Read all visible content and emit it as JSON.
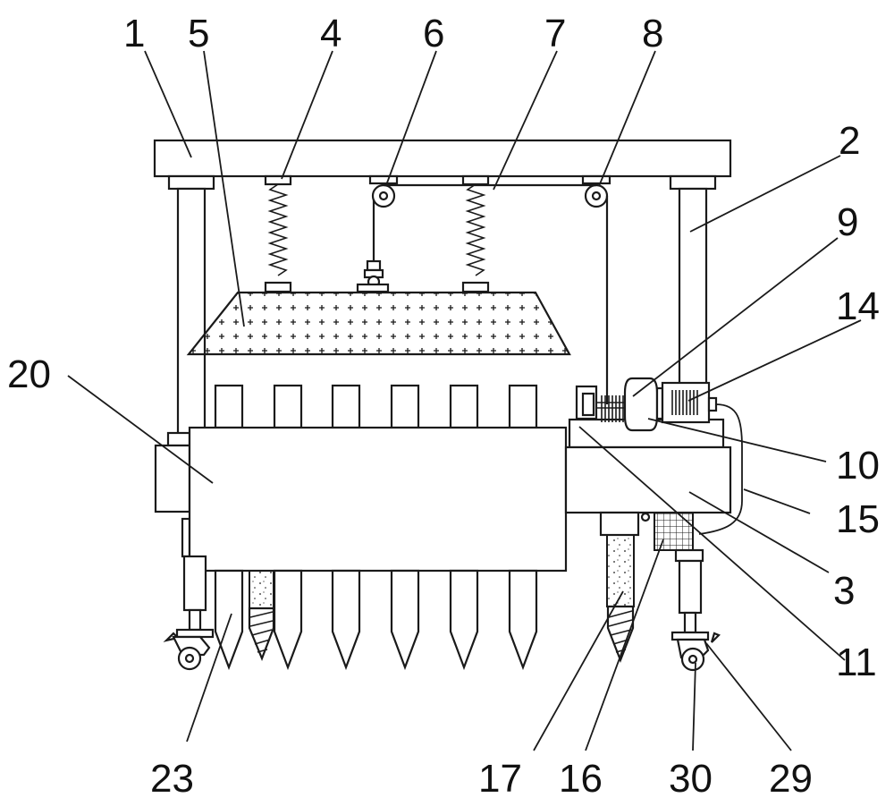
{
  "labels": [
    {
      "id": "1",
      "text": "1"
    },
    {
      "id": "5",
      "text": "5"
    },
    {
      "id": "4",
      "text": "4"
    },
    {
      "id": "6",
      "text": "6"
    },
    {
      "id": "7",
      "text": "7"
    },
    {
      "id": "8",
      "text": "8"
    },
    {
      "id": "2",
      "text": "2"
    },
    {
      "id": "9",
      "text": "9"
    },
    {
      "id": "14",
      "text": "14"
    },
    {
      "id": "20",
      "text": "20"
    },
    {
      "id": "10",
      "text": "10"
    },
    {
      "id": "15",
      "text": "15"
    },
    {
      "id": "3",
      "text": "3"
    },
    {
      "id": "11",
      "text": "11"
    },
    {
      "id": "23",
      "text": "23"
    },
    {
      "id": "17",
      "text": "17"
    },
    {
      "id": "16",
      "text": "16"
    },
    {
      "id": "30",
      "text": "30"
    },
    {
      "id": "29",
      "text": "29"
    }
  ],
  "colors": {
    "line": "#1a1a1a",
    "background": "#ffffff"
  }
}
